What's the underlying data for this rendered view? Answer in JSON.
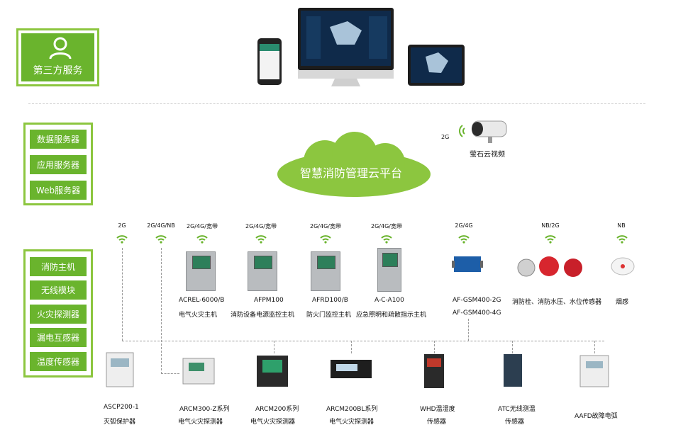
{
  "third_party": {
    "label": "第三方服务",
    "icon": "user-icon"
  },
  "server_panel": {
    "items": [
      "数据服务器",
      "应用服务器",
      "Web服务器"
    ]
  },
  "device_panel": {
    "items": [
      "消防主机",
      "无线模块",
      "火灾探测器",
      "漏电互感器",
      "温度传感器"
    ]
  },
  "cloud": {
    "label": "智慧消防管理云平台"
  },
  "camera": {
    "label": "萤石云视频",
    "network": "2G"
  },
  "networks": [
    "2G",
    "2G/4G/NB",
    "2G/4G/宽带",
    "2G/4G/宽带",
    "2G/4G/宽带",
    "2G/4G/宽带",
    "2G/4G",
    "NB/2G",
    "NB"
  ],
  "top_devices": [
    {
      "model": "ACREL-6000/B",
      "name": "电气火灾主机"
    },
    {
      "model": "AFPM100",
      "name": "消防设备电源监控主机"
    },
    {
      "model": "AFRD100/B",
      "name": "防火门监控主机"
    },
    {
      "model": "A-C-A100",
      "name": "应急照明和疏散指示主机"
    },
    {
      "model": "AF-GSM400-2G",
      "name": "AF-GSM400-4G"
    },
    {
      "model": "",
      "name": "消防栓、消防水压、水位传感器"
    },
    {
      "model": "",
      "name": "烟感"
    }
  ],
  "bottom_devices": [
    {
      "model": "ASCP200-1",
      "name": "灭弧保护器"
    },
    {
      "model": "ARCM300-Z系列",
      "name": "电气火灾探测器"
    },
    {
      "model": "ARCM200系列",
      "name": "电气火灾探测器"
    },
    {
      "model": "ARCM200BL系列",
      "name": "电气火灾探测器"
    },
    {
      "model": "WHD温湿度",
      "name": "传感器"
    },
    {
      "model": "ATC无线测温",
      "name": "传感器"
    },
    {
      "model": "AAFD故障电弧",
      "name": ""
    }
  ],
  "colors": {
    "green": "#6ab42d",
    "border_green": "#8cc63f",
    "cloud": "#8cc63f"
  }
}
